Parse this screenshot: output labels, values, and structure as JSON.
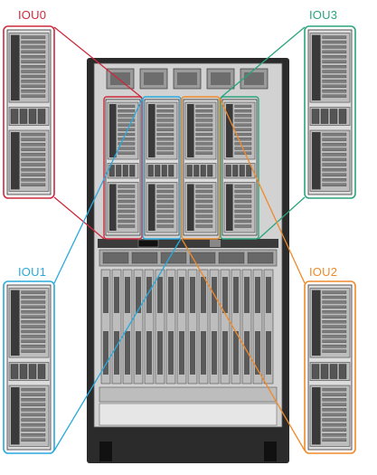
{
  "colors": {
    "IOU0": "#cc2a3c",
    "IOU1": "#29a9dc",
    "IOU2": "#ef8a2b",
    "IOU3": "#2aa37e",
    "frame": "#222222",
    "metal": "#c9c9c9",
    "slot": "#6a6a6a"
  },
  "labels": {
    "iou0": "IOU0",
    "iou1": "IOU1",
    "iou2": "IOU2",
    "iou3": "IOU3"
  }
}
